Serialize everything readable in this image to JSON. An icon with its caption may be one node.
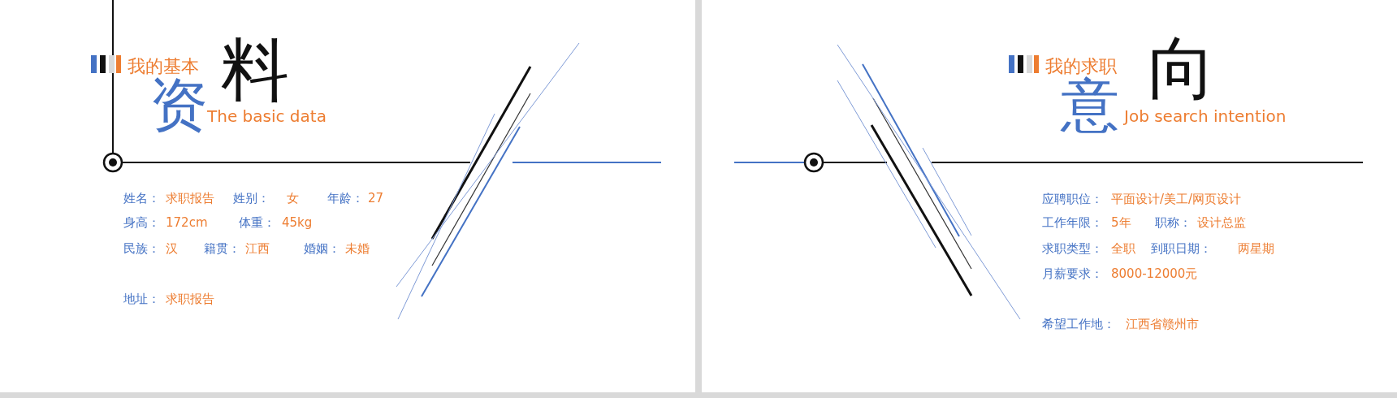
{
  "diagram": {
    "labels": [
      "我的基本",
      "料",
      "资",
      "The basic data",
      "姓名：",
      "求职报告",
      "姓别：",
      "女",
      "年龄：",
      "27",
      "身高：",
      "172cm",
      "体重：",
      "45kg",
      "民族：",
      "汉",
      "籍贯：",
      "江西",
      "婚姻：",
      "未婚",
      "地址：",
      "求职报告",
      "我的求职",
      "向",
      "意",
      "Job search intention",
      "应聘职位：",
      "平面设计/美工/网页设计",
      "工作年限：",
      "5年",
      "职称：",
      "设计总监",
      "求职类型：",
      "全职",
      "到职日期：",
      "两星期",
      "月薪要求：",
      "8000-12000元",
      "希望工作地：",
      "江西省赣州市"
    ]
  }
}
